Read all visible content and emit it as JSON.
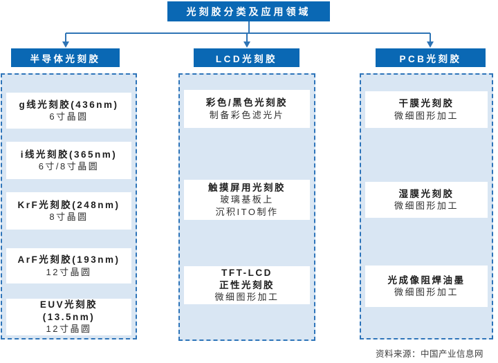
{
  "title": "光刻胶分类及应用领域",
  "source_note": "资料来源：中国产业信息网",
  "colors": {
    "node_blue": "#0a68b4",
    "panel_fill": "#d9e6f3",
    "panel_border_blue": "#2d74b9",
    "connector_blue": "#2e74b5",
    "node_text": "#1d1d1d",
    "background": "#ffffff"
  },
  "columns": [
    {
      "header": "半导体光刻胶",
      "items": [
        {
          "bold": [
            "g线光刻胶(436nm)"
          ],
          "normal": [
            "6寸晶圆"
          ]
        },
        {
          "bold": [
            "i线光刻胶(365nm)"
          ],
          "normal": [
            "6寸/8寸晶圆"
          ]
        },
        {
          "bold": [
            "KrF光刻胶(248nm)"
          ],
          "normal": [
            "8寸晶圆"
          ]
        },
        {
          "bold": [
            "ArF光刻胶(193nm)"
          ],
          "normal": [
            "12寸晶圆"
          ]
        },
        {
          "bold": [
            "EUV光刻胶",
            "(13.5nm)"
          ],
          "normal": [
            "12寸晶圆"
          ]
        }
      ]
    },
    {
      "header": "LCD光刻胶",
      "items": [
        {
          "bold": [
            "彩色/黑色光刻胶"
          ],
          "normal": [
            "制备彩色滤光片"
          ]
        },
        {
          "bold": [
            "触摸屏用光刻胶"
          ],
          "normal": [
            "玻璃基板上",
            "沉积ITO制作"
          ]
        },
        {
          "bold": [
            "TFT-LCD",
            "正性光刻胶"
          ],
          "normal": [
            "微细图形加工"
          ]
        }
      ]
    },
    {
      "header": "PCB光刻胶",
      "items": [
        {
          "bold": [
            "干膜光刻胶"
          ],
          "normal": [
            "微细图形加工"
          ]
        },
        {
          "bold": [
            "湿膜光刻胶"
          ],
          "normal": [
            "微细图形加工"
          ]
        },
        {
          "bold": [
            "光成像阻焊油墨"
          ],
          "normal": [
            "微细图形加工"
          ]
        }
      ]
    }
  ]
}
